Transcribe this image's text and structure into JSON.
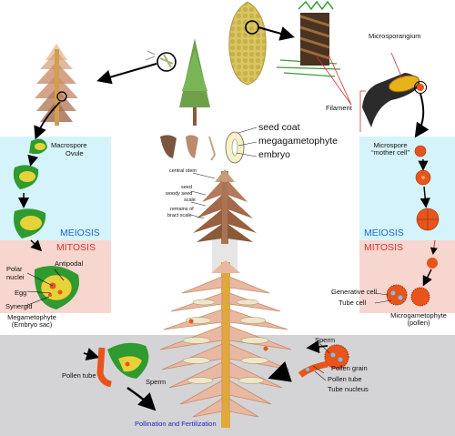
{
  "colors": {
    "meiosis_band": "#d5f3fa",
    "mitosis_band": "#f7d6cf",
    "pollination_band": "#d4d4d6",
    "meiosis_text": "#1a6bd0",
    "mitosis_text": "#d8332a",
    "pollination_text": "#2323c8",
    "megagametophyte_green": "#2f9a2f",
    "megaspore_yellow": "#e7d23a",
    "cone_brown": "#8a5a3a",
    "pollen_orange": "#e8541b"
  },
  "labels": {
    "microsporangium": "Microsporangium",
    "filament": "Filament",
    "macrospore": "Macrospore",
    "ovule": "Ovule",
    "seed_coat": "seed coat",
    "megagametophyte": "megagametophyte",
    "embryo": "embryo",
    "central_stem": "central stem",
    "seed": "seed",
    "woody_seed_scale": "woody seed",
    "scale": "scale",
    "remains_of": "remains of",
    "bract_scale": "bract scale",
    "microspore": "Microspore",
    "mother_cell": "“mother cell”",
    "meiosis_left": "MEIOSIS",
    "meiosis_right": "MEIOSIS",
    "mitosis_left": "MITOSIS",
    "mitosis_right": "MITOSIS",
    "antipodal": "Antipodal",
    "polar": "Polar",
    "nuclei": "nuclei",
    "egg": "Egg",
    "synergid": "Synergid",
    "megagametophyte_title": "Megametophyte",
    "embryo_sac": "(Embryo sac)",
    "generative_cell": "Generative cell",
    "tube_cell": "Tube cell",
    "microgametophyte": "Microgametophyte",
    "pollen": "(pollen)",
    "sperm_right": "Sperm",
    "pollen_grain": "Pollen grain",
    "pollen_tube_right": "Pollen tube",
    "tube_nucleus": "Tube nucleus",
    "pollen_tube_left": "Pollen tube",
    "sperm_left": "Sperm",
    "pollination": "Pollination and Fertilization"
  }
}
